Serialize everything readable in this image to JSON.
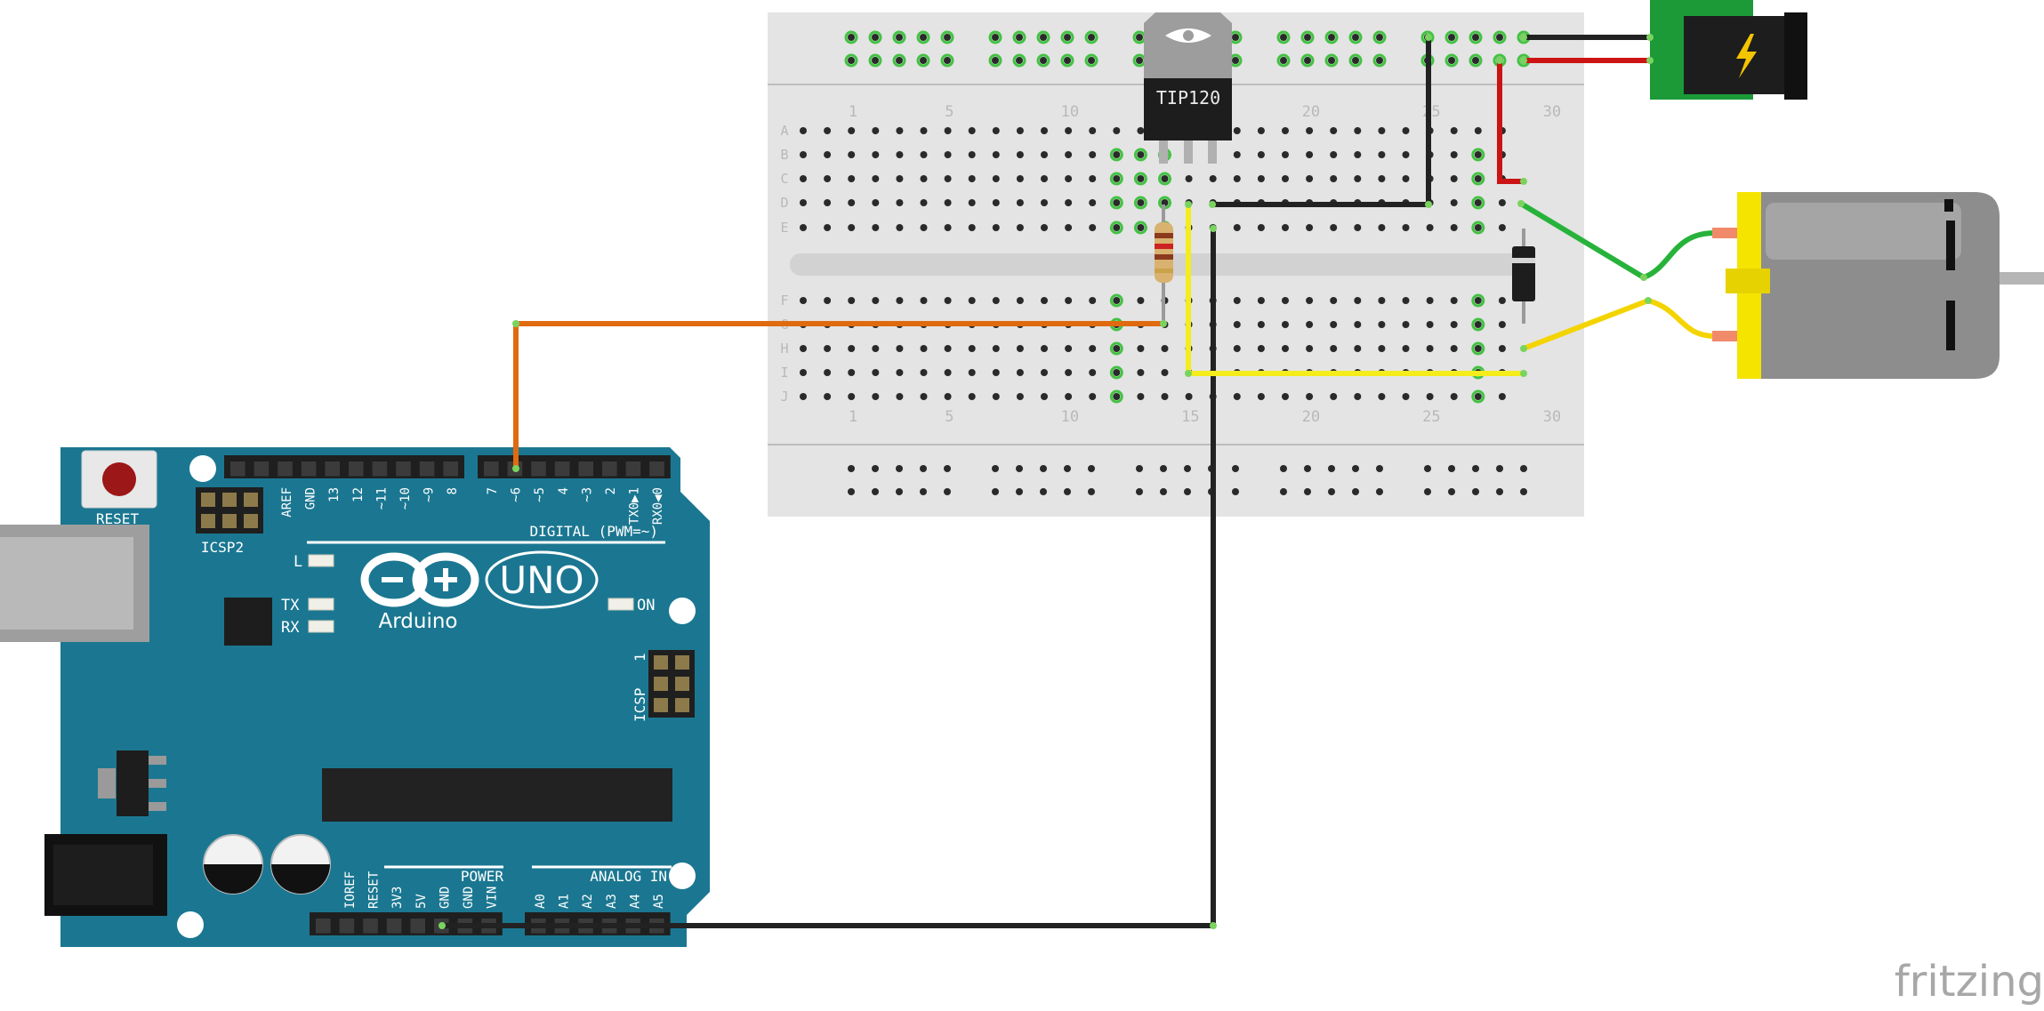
{
  "breadboard": {
    "row_letters": [
      "A",
      "B",
      "C",
      "D",
      "E",
      "F",
      "G",
      "H",
      "I",
      "J"
    ],
    "column_numbers": [
      "1",
      "5",
      "10",
      "15",
      "20",
      "25",
      "30"
    ]
  },
  "transistor": {
    "label": "TIP120"
  },
  "arduino": {
    "reset_label": "RESET",
    "icsp2_label": "ICSP2",
    "icsp_label": "ICSP",
    "icsp_pin1": "1",
    "brand": "Arduino",
    "model": "UNO",
    "l_label": "L",
    "tx_label": "TX",
    "rx_label": "RX",
    "on_label": "ON",
    "digital_header": "DIGITAL (PWM=~)",
    "power_header": "POWER",
    "analog_header": "ANALOG IN",
    "digital_pins": [
      "AREF",
      "GND",
      "13",
      "12",
      "~11",
      "~10",
      "~9",
      "8",
      "7",
      "~6",
      "~5",
      "4",
      "~3",
      "2",
      "TX0▶1",
      "RX0◀0"
    ],
    "power_pins": [
      "IOREF",
      "RESET",
      "3V3",
      "5V",
      "GND",
      "GND",
      "VIN"
    ],
    "analog_pins": [
      "A0",
      "A1",
      "A2",
      "A3",
      "A4",
      "A5"
    ]
  },
  "watermark": "fritzing",
  "colors": {
    "arduino_board": "#1b7791",
    "breadboard": "#e4e4e4",
    "wire_orange": "#e06a10",
    "wire_yellow": "#f4ec1c",
    "wire_green": "#27b33b",
    "wire_black": "#222222",
    "wire_red": "#cc1414",
    "motor_yellow": "#f5e400"
  }
}
